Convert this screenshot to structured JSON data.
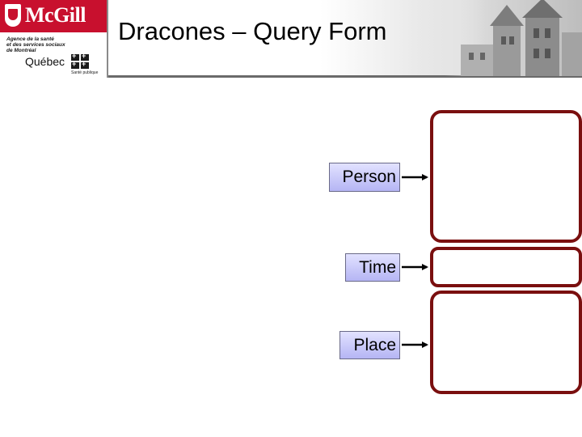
{
  "header": {
    "title": "Dracones – Query Form",
    "logo": {
      "university": "McGill",
      "agency_lines": [
        "Agence de la santé",
        "et des services sociaux",
        "de Montréal"
      ],
      "province": "Québec",
      "tagline": "Santé publique",
      "brand_color": "#c8102e"
    },
    "banner_image": "castle-photo"
  },
  "form": {
    "fields": [
      {
        "label": "Person",
        "value": ""
      },
      {
        "label": "Time",
        "value": ""
      },
      {
        "label": "Place",
        "value": ""
      }
    ],
    "label_fill_top": "#e2e2ff",
    "label_fill_bottom": "#b5b5f4",
    "box_border_color": "#7a0f0f"
  }
}
